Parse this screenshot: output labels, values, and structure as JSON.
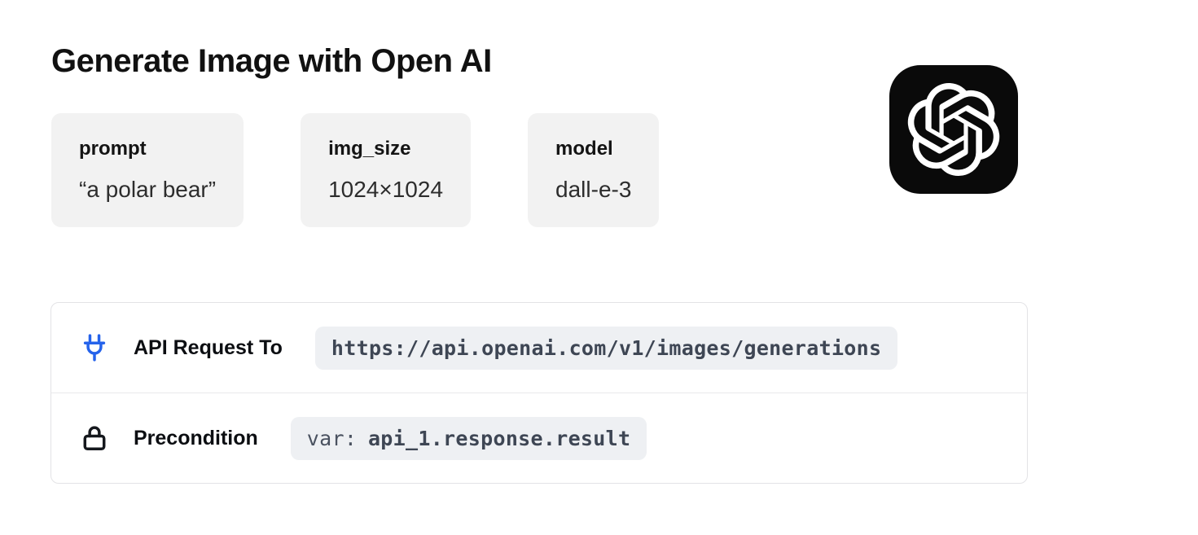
{
  "header": {
    "title": "Generate Image with Open AI"
  },
  "params": [
    {
      "label": "prompt",
      "value": "“a polar bear”"
    },
    {
      "label": "img_size",
      "value": "1024×1024"
    },
    {
      "label": "model",
      "value": "dall-e-3"
    }
  ],
  "logo": {
    "name": "OpenAI",
    "icon": "openai-logo-icon",
    "bg_color": "#0A0A0A",
    "fg_color": "#FFFFFF"
  },
  "request_panel": {
    "rows": [
      {
        "icon": "plug-icon",
        "label": "API Request To",
        "value": "https://api.openai.com/v1/images/generations"
      },
      {
        "icon": "lock-icon",
        "label": "Precondition",
        "value_prefix": "var:",
        "value": "api_1.response.result"
      }
    ]
  },
  "colors": {
    "accent_blue": "#2563EB",
    "icon_dark": "#15181D",
    "card_bg": "#F2F2F2",
    "chip_bg": "#EEF0F3",
    "chip_text": "#3E4654",
    "panel_border": "#E3E3E6",
    "title_text": "#111111"
  }
}
